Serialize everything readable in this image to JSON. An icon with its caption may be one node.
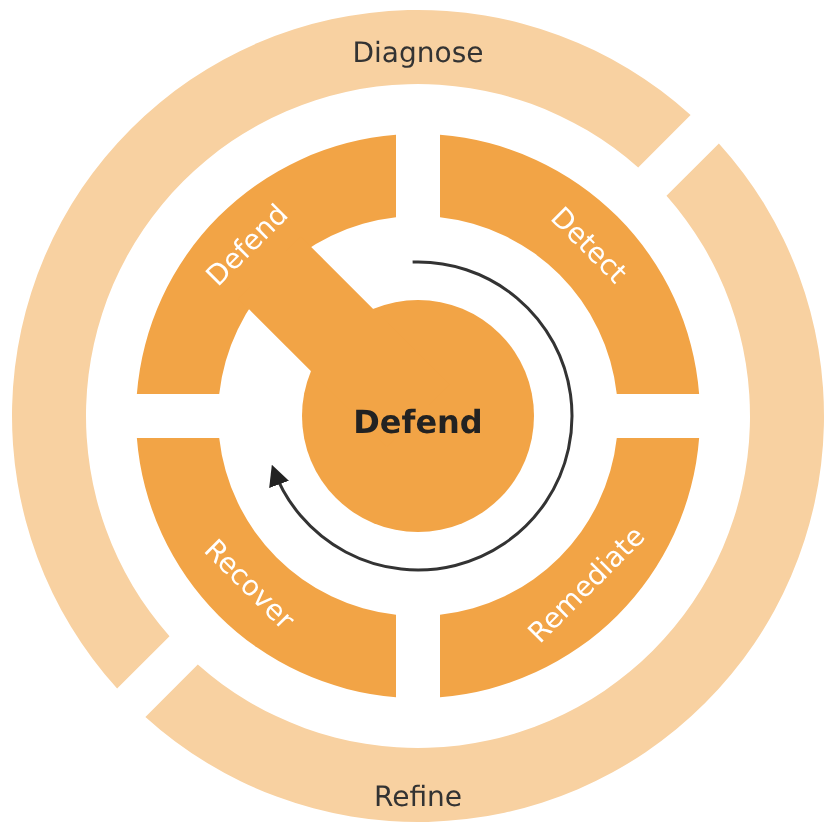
{
  "diagram": {
    "nodes": [
      {
        "text": [
          "Diagnose"
        ]
      },
      {
        "text": [
          "Refine"
        ]
      },
      {
        "text": [
          "Defend"
        ]
      },
      {
        "text": [
          "Detect"
        ]
      },
      {
        "text": [
          "Remediate"
        ]
      },
      {
        "text": [
          "Recover"
        ]
      },
      {
        "text": [
          "Defend"
        ]
      }
    ],
    "edges": [
      {
        "from": 6,
        "to": 6,
        "arrow": "to"
      }
    ]
  }
}
